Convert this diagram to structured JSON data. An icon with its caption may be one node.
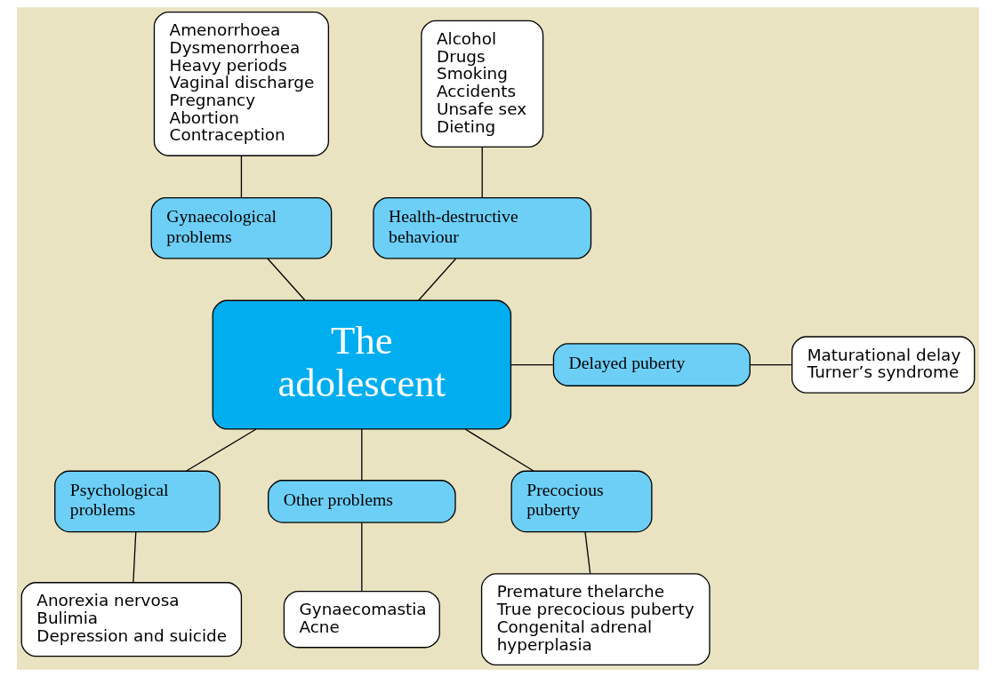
{
  "diagram": {
    "nodes": [
      {
        "text": [
          "The adolescent"
        ]
      },
      {
        "text": [
          "Gynaecological problems"
        ]
      },
      {
        "text": [
          "Amenorrhoea",
          "Dysmenorrhoea",
          "Heavy periods",
          "Vaginal discharge",
          "Pregnancy",
          "Abortion",
          "Contraception"
        ]
      },
      {
        "text": [
          "Health-destructive behaviour"
        ]
      },
      {
        "text": [
          "Alcohol",
          "Drugs",
          "Smoking",
          "Accidents",
          "Unsafe sex",
          "Dieting"
        ]
      },
      {
        "text": [
          "Delayed puberty"
        ]
      },
      {
        "text": [
          "Maturational delay",
          "Turner’s syndrome"
        ]
      },
      {
        "text": [
          "Psychological problems"
        ]
      },
      {
        "text": [
          "Anorexia nervosa",
          "Bulimia",
          "Depression and suicide"
        ]
      },
      {
        "text": [
          "Other problems"
        ]
      },
      {
        "text": [
          "Gynaecomastia",
          "Acne"
        ]
      },
      {
        "text": [
          "Precocious puberty"
        ]
      },
      {
        "text": [
          "Premature thelarche",
          "True precocious puberty",
          "Congenital adrenal hyperplasia"
        ]
      }
    ],
    "edges": [
      {
        "from": 2,
        "to": 1,
        "arrow": "none"
      },
      {
        "from": 1,
        "to": 0,
        "arrow": "none"
      },
      {
        "from": 4,
        "to": 3,
        "arrow": "none"
      },
      {
        "from": 3,
        "to": 0,
        "arrow": "none"
      },
      {
        "from": 0,
        "to": 5,
        "arrow": "none"
      },
      {
        "from": 5,
        "to": 6,
        "arrow": "none"
      },
      {
        "from": 0,
        "to": 7,
        "arrow": "none"
      },
      {
        "from": 7,
        "to": 8,
        "arrow": "none"
      },
      {
        "from": 0,
        "to": 9,
        "arrow": "none"
      },
      {
        "from": 9,
        "to": 10,
        "arrow": "none"
      },
      {
        "from": 0,
        "to": 11,
        "arrow": "none"
      },
      {
        "from": 11,
        "to": 12,
        "arrow": "none"
      }
    ]
  }
}
